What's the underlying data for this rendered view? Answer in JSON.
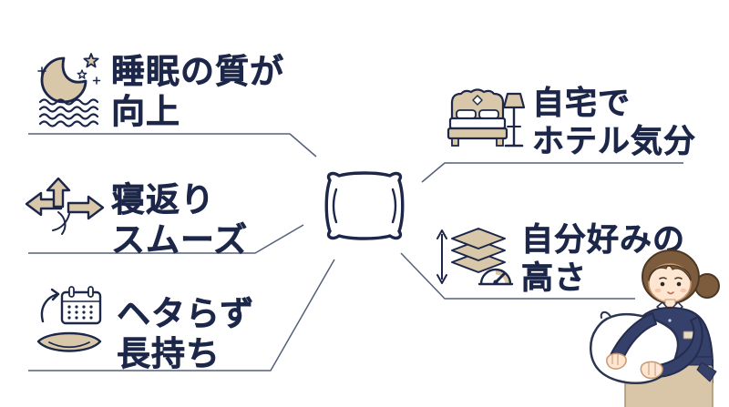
{
  "colors": {
    "navy": "#1c2749",
    "beige": "#d9c7a9",
    "line": "#55607a",
    "hair": "#7d5c3e",
    "hair-line": "#4a3724",
    "skin": "#fde7d2",
    "skin-line": "#c9976f",
    "blush": "#f6bfa6",
    "uniform": "#35406b",
    "uniform-line": "#242d4e",
    "apron": "#d9c6a8",
    "apron-line": "#a5906c",
    "pillow-line": "#2b3450"
  },
  "labels": [
    {
      "icon": "moon-stars-waves-icon",
      "line1": "睡眠の質が",
      "line2": "向上"
    },
    {
      "icon": "multidirectional-arrows-icon",
      "line1": "寝返り",
      "line2": "スムーズ"
    },
    {
      "icon": "calendar-flat-pillow-icon",
      "line1": "ヘタらず",
      "line2": "長持ち"
    },
    {
      "icon": "bed-lamp-icon",
      "line1": "自宅で",
      "line2": "ホテル気分"
    },
    {
      "icon": "stacked-layers-gauge-icon",
      "line1": "自分好みの",
      "line2": "高さ"
    }
  ],
  "center": {
    "icon": "pillow-icon"
  },
  "illustration": {
    "name": "hotel-housekeeper-holding-pillow"
  }
}
